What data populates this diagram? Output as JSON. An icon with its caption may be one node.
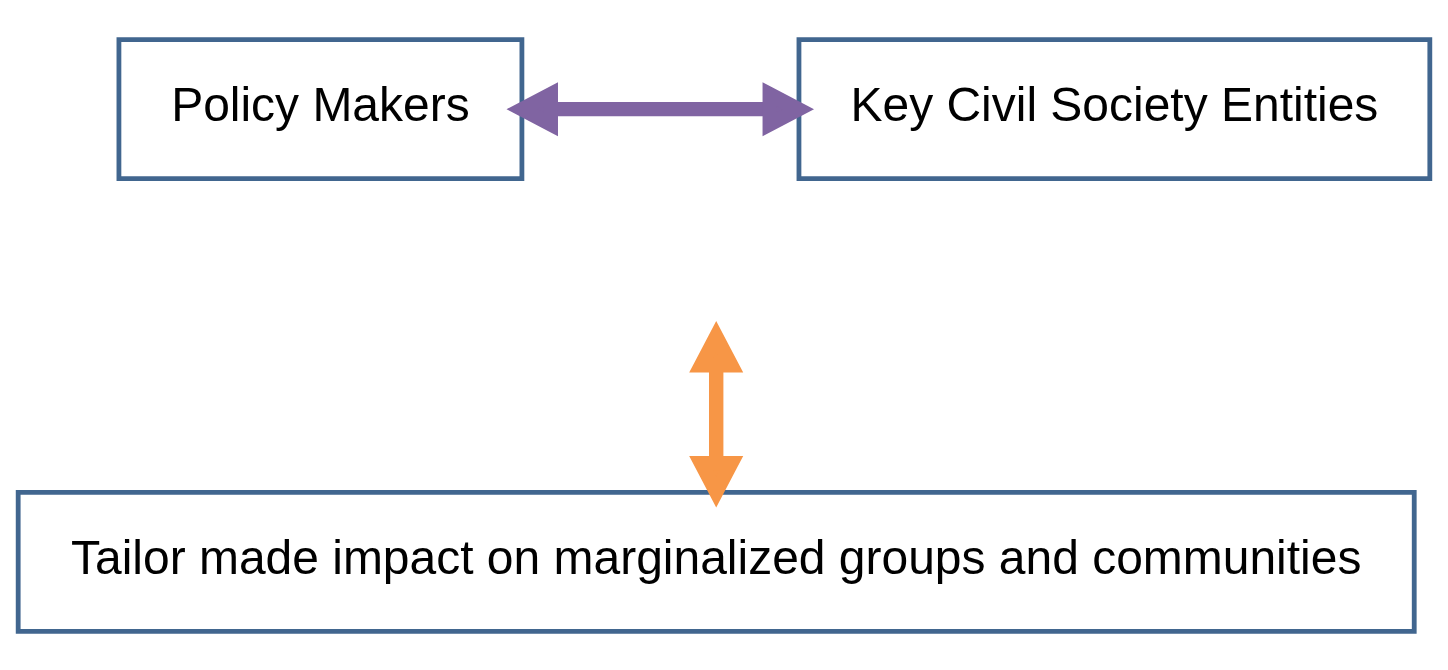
{
  "diagram": {
    "nodes": [
      {
        "text": [
          "Policy Makers"
        ]
      },
      {
        "text": [
          "Key Civil Society Entities"
        ]
      },
      {
        "text": [
          "Tailor made impact on marginalized groups and communities"
        ]
      }
    ],
    "edges": [
      {
        "from": 0,
        "to": 1,
        "arrow": "both",
        "color": "#8064a2"
      },
      {
        "from": null,
        "to": 2,
        "arrow": "both",
        "color": "#f79646"
      }
    ]
  }
}
